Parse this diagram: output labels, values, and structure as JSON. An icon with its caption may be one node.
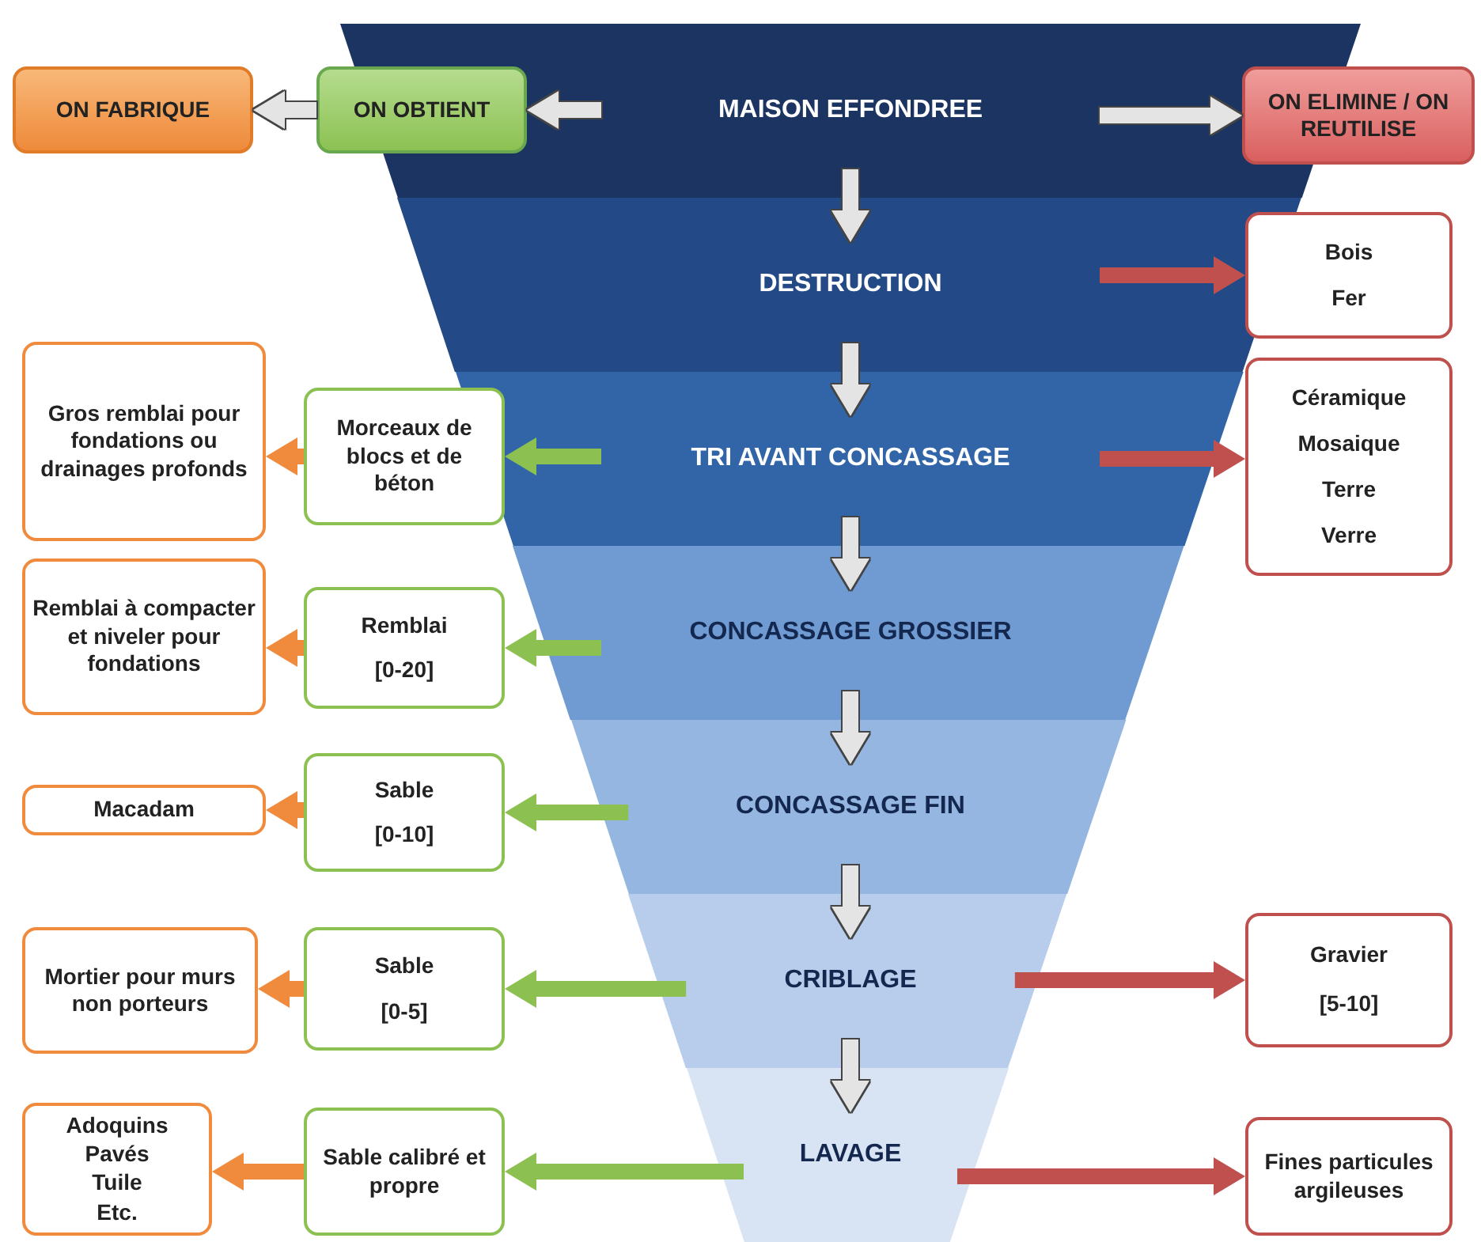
{
  "diagram": {
    "nodes": [
      {
        "text": [
          "ON FABRIQUE"
        ]
      },
      {
        "text": [
          "ON OBTIENT"
        ]
      },
      {
        "text": [
          "MAISON EFFONDREE"
        ]
      },
      {
        "text": [
          "ON ELIMINE / ON REUTILISE"
        ]
      },
      {
        "text": [
          "DESTRUCTION"
        ]
      },
      {
        "text": [
          "Bois",
          "Fer"
        ]
      },
      {
        "text": [
          "Gros remblai pour fondations ou drainages profonds"
        ]
      },
      {
        "text": [
          "Morceaux de blocs et de béton"
        ]
      },
      {
        "text": [
          "TRI AVANT CONCASSAGE"
        ]
      },
      {
        "text": [
          "Céramique",
          "Mosaique",
          "Terre",
          "Verre"
        ]
      },
      {
        "text": [
          "Remblai à compacter et niveler pour fondations"
        ]
      },
      {
        "text": [
          "Remblai",
          "[0-20]"
        ]
      },
      {
        "text": [
          "CONCASSAGE GROSSIER"
        ]
      },
      {
        "text": [
          "Macadam"
        ]
      },
      {
        "text": [
          "Sable",
          "[0-10]"
        ]
      },
      {
        "text": [
          "CONCASSAGE FIN"
        ]
      },
      {
        "text": [
          "Mortier pour murs non porteurs"
        ]
      },
      {
        "text": [
          "Sable",
          "[0-5]"
        ]
      },
      {
        "text": [
          "CRIBLAGE"
        ]
      },
      {
        "text": [
          "Gravier",
          "[5-10]"
        ]
      },
      {
        "text": [
          "Adoquins",
          "Pavés",
          "Tuile",
          "Etc."
        ]
      },
      {
        "text": [
          "Sable calibré et propre"
        ]
      },
      {
        "text": [
          "LAVAGE"
        ]
      },
      {
        "text": [
          "Fines particules argileuses"
        ]
      }
    ],
    "edges": [
      {
        "from": 1,
        "to": 0,
        "arrow": "to"
      },
      {
        "from": 2,
        "to": 1,
        "arrow": "to"
      },
      {
        "from": 2,
        "to": 3,
        "arrow": "to"
      },
      {
        "from": 2,
        "to": 4,
        "arrow": "to"
      },
      {
        "from": 4,
        "to": 8,
        "arrow": "to"
      },
      {
        "from": 8,
        "to": 12,
        "arrow": "to"
      },
      {
        "from": 12,
        "to": 15,
        "arrow": "to"
      },
      {
        "from": 15,
        "to": 18,
        "arrow": "to"
      },
      {
        "from": 18,
        "to": 22,
        "arrow": "to"
      },
      {
        "from": 4,
        "to": 5,
        "arrow": "to",
        "color": "#c0504d"
      },
      {
        "from": 8,
        "to": 7,
        "arrow": "to",
        "color": "#8cc152"
      },
      {
        "from": 7,
        "to": 6,
        "arrow": "to",
        "color": "#f08a3c"
      },
      {
        "from": 8,
        "to": 9,
        "arrow": "to",
        "color": "#c0504d"
      },
      {
        "from": 12,
        "to": 11,
        "arrow": "to",
        "color": "#8cc152"
      },
      {
        "from": 11,
        "to": 10,
        "arrow": "to",
        "color": "#f08a3c"
      },
      {
        "from": 15,
        "to": 14,
        "arrow": "to",
        "color": "#8cc152"
      },
      {
        "from": 14,
        "to": 13,
        "arrow": "to",
        "color": "#f08a3c"
      },
      {
        "from": 18,
        "to": 17,
        "arrow": "to",
        "color": "#8cc152"
      },
      {
        "from": 17,
        "to": 16,
        "arrow": "to",
        "color": "#f08a3c"
      },
      {
        "from": 18,
        "to": 19,
        "arrow": "to",
        "color": "#c0504d"
      },
      {
        "from": 22,
        "to": 21,
        "arrow": "to",
        "color": "#8cc152"
      },
      {
        "from": 21,
        "to": 20,
        "arrow": "to",
        "color": "#f08a3c"
      },
      {
        "from": 22,
        "to": 23,
        "arrow": "to",
        "color": "#c0504d"
      }
    ]
  }
}
